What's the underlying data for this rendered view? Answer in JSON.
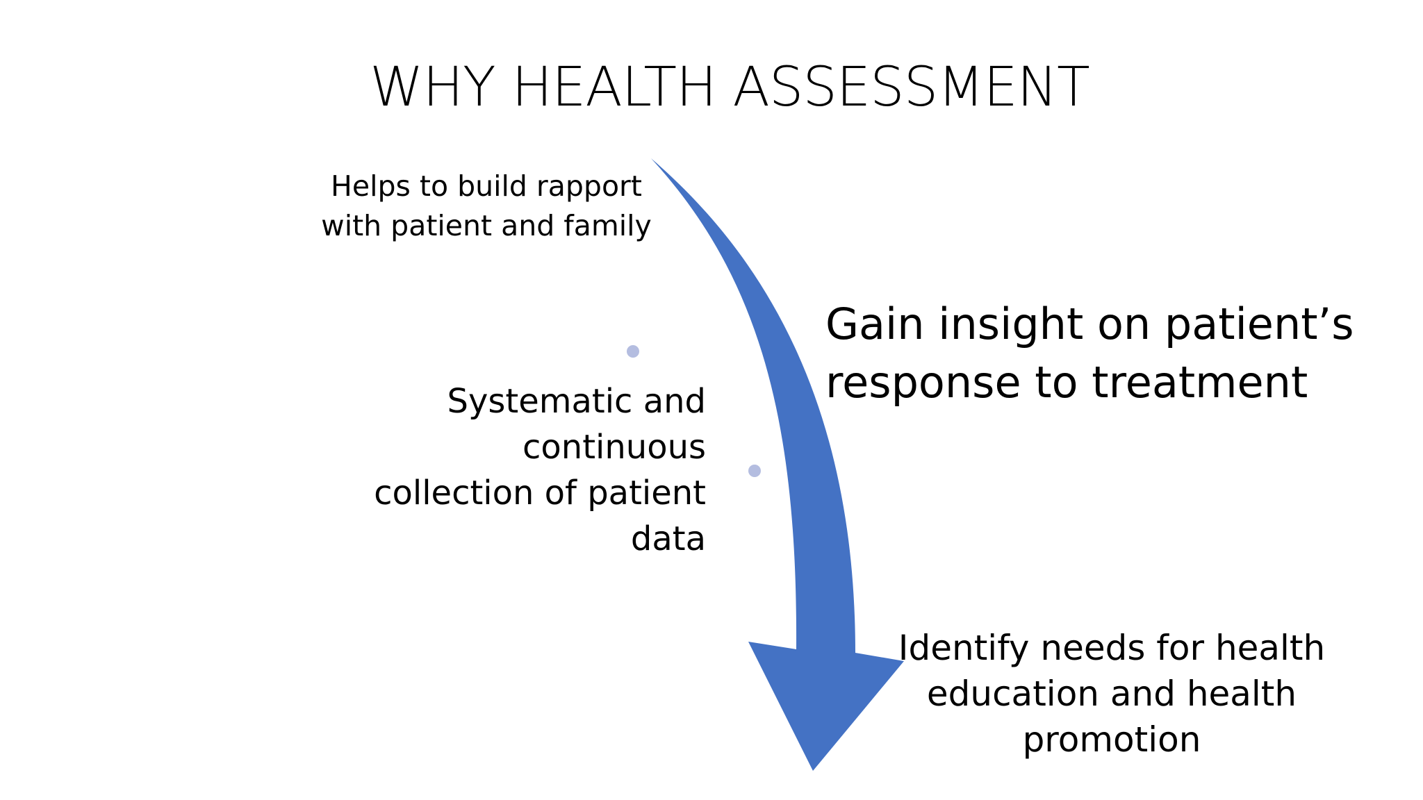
{
  "slide": {
    "title": "WHY HEALTH ASSESSMENT",
    "items": [
      {
        "lines": [
          "Helps to build rapport",
          "with patient and family"
        ]
      },
      {
        "lines": [
          "Systematic and",
          "continuous",
          "collection of patient",
          "data"
        ]
      },
      {
        "lines": [
          "Gain insight on patient’s",
          "response to treatment"
        ]
      },
      {
        "lines": [
          "Identify needs for health",
          "education and health",
          "promotion"
        ]
      }
    ]
  },
  "colors": {
    "arrow": "#4472c4",
    "bullet": "#b4bde0",
    "text": "#000000",
    "background": "#ffffff"
  }
}
